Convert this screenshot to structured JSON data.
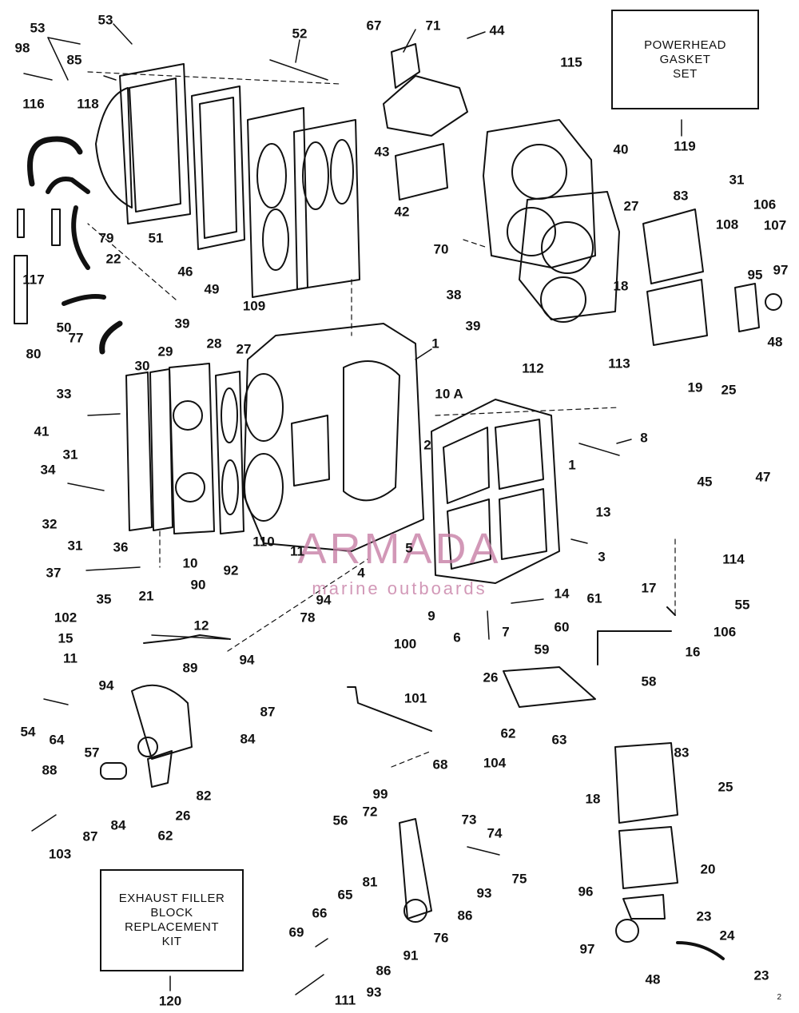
{
  "boxes": {
    "powerhead": {
      "lines": [
        "POWERHEAD",
        "GASKET",
        "SET"
      ],
      "ref": "119"
    },
    "exhaust": {
      "lines": [
        "EXHAUST FILLER",
        "BLOCK",
        "REPLACEMENT",
        "KIT"
      ],
      "ref": "120"
    }
  },
  "watermark": {
    "brand": "ARMADA",
    "tagline": "marine outboards"
  },
  "corner_mark": "2",
  "labels": [
    "53",
    "53",
    "98",
    "85",
    "52",
    "67",
    "71",
    "44",
    "115",
    "116",
    "118",
    "51",
    "46",
    "49",
    "109",
    "43",
    "42",
    "40",
    "119",
    "31",
    "83",
    "108",
    "107",
    "106",
    "27",
    "97",
    "95",
    "18",
    "79",
    "117",
    "22",
    "50",
    "39",
    "77",
    "80",
    "70",
    "38",
    "39",
    "48",
    "25",
    "19",
    "1",
    "112",
    "113",
    "30",
    "29",
    "28",
    "27",
    "33",
    "41",
    "31",
    "34",
    "32",
    "31",
    "10 A",
    "2",
    "8",
    "1",
    "13",
    "36",
    "37",
    "35",
    "10",
    "110",
    "11",
    "4",
    "5",
    "3",
    "14",
    "45",
    "47",
    "114",
    "92",
    "90",
    "21",
    "102",
    "15",
    "11",
    "94",
    "12",
    "89",
    "94",
    "78",
    "94",
    "9",
    "6",
    "7",
    "61",
    "17",
    "55",
    "106",
    "16",
    "60",
    "59",
    "58",
    "100",
    "26",
    "62",
    "63",
    "54",
    "64",
    "57",
    "87",
    "84",
    "88",
    "82",
    "101",
    "68",
    "104",
    "26",
    "62",
    "84",
    "87",
    "103",
    "99",
    "72",
    "56",
    "73",
    "74",
    "75",
    "83",
    "25",
    "18",
    "20",
    "81",
    "65",
    "66",
    "93",
    "86",
    "76",
    "69",
    "91",
    "86",
    "93",
    "111",
    "96",
    "23",
    "24",
    "97",
    "48",
    "23",
    "120"
  ],
  "colors": {
    "ink": "#111111",
    "watermark": "#c77fa6"
  }
}
